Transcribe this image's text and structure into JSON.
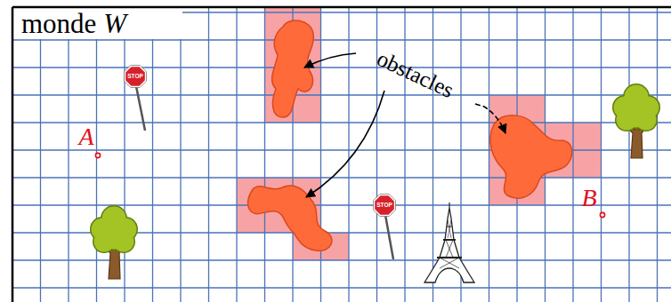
{
  "diagram": {
    "labels": [
      "monde W",
      "obstacles",
      "A",
      "B",
      "STOP",
      "STOP"
    ]
  }
}
